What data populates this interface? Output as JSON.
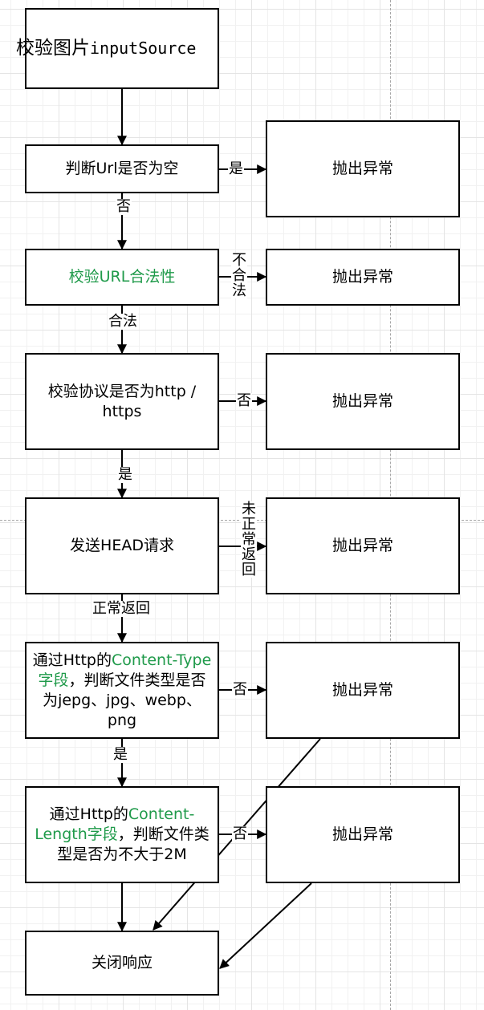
{
  "steps": {
    "validate_image": {
      "text": "校验图片",
      "code": "inputSource"
    },
    "check_url_empty": "判断Url是否为空",
    "validate_url": "校验URL合法性",
    "check_protocol": "校验协议是否为http / https",
    "send_head": "发送HEAD请求",
    "content_type": {
      "prefix": "通过Http的",
      "highlight": "Content-Type字段",
      "suffix": "，判断文件类型是否为jepg、jpg、webp、png"
    },
    "content_length": {
      "prefix": "通过Http的",
      "highlight": "Content-Length字段",
      "suffix": "，判断文件类型是否为不大于2M"
    },
    "close_response": "关闭响应"
  },
  "exceptions": [
    "抛出异常",
    "抛出异常",
    "抛出异常",
    "抛出异常",
    "抛出异常",
    "抛出异常"
  ],
  "edge_labels": {
    "is": "是",
    "no": "否",
    "not_legal": "不合法",
    "legal": "合法",
    "abnormal_return": "未正常返回",
    "normal_return": "正常返回"
  },
  "colors": {
    "highlight": "#1f9a4a",
    "stroke": "#000000"
  }
}
